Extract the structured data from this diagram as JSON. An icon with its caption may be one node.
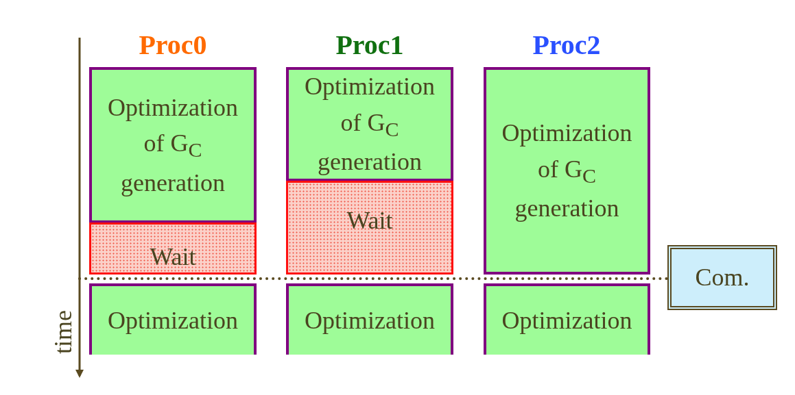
{
  "diagram": {
    "nodes": [
      {
        "text": [
          "Optimization of G$_{C}$ generation"
        ]
      },
      {
        "text": [
          "Optimization of G$_{C}$ generation"
        ]
      },
      {
        "text": [
          "Optimization of G$_{C}$ generation"
        ]
      },
      {
        "text": [
          "Wait"
        ]
      },
      {
        "text": [
          "Wait"
        ]
      },
      {
        "text": [
          "Com."
        ]
      },
      {
        "text": [
          "Optimization"
        ]
      },
      {
        "text": [
          "Optimization"
        ]
      },
      {
        "text": [
          "Optimization"
        ]
      }
    ],
    "edges": [
      {
        "from": null,
        "to": 5,
        "arrow": "none",
        "style": "dashed"
      }
    ],
    "labels": [
      "Proc0",
      "Proc1",
      "Proc2",
      "time"
    ]
  }
}
